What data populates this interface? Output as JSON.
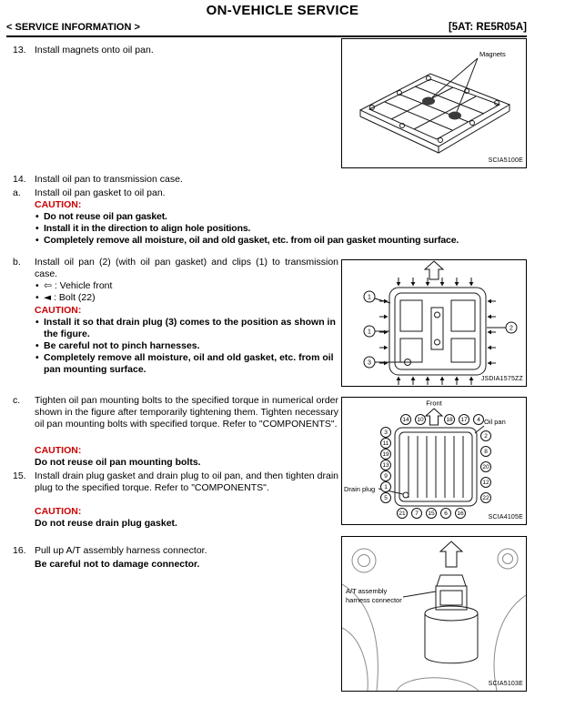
{
  "header": {
    "title": "ON-VEHICLE SERVICE",
    "section": "< SERVICE INFORMATION >",
    "variant": "[5AT: RE5R05A]"
  },
  "colors": {
    "caution_red": "#cc0000"
  },
  "steps": {
    "s13": {
      "num": "13.",
      "text": "Install magnets onto oil pan."
    },
    "s14": {
      "num": "14.",
      "text": "Install oil pan to transmission case."
    },
    "s14a": {
      "num": "a.",
      "text": "Install oil pan gasket to oil pan.",
      "caution_label": "CAUTION:",
      "cautions": [
        "Do not reuse oil pan gasket.",
        "Install it in the direction to align hole positions.",
        "Completely remove all moisture, oil and old gasket, etc. from oil pan gasket mounting surface."
      ]
    },
    "s14b": {
      "num": "b.",
      "text": "Install oil pan (2) (with oil pan gasket) and clips (1) to transmission case.",
      "legend": [
        {
          "icon": "⇦",
          "text": ": Vehicle front"
        },
        {
          "icon": "◄",
          "text": ": Bolt (22)"
        }
      ],
      "caution_label": "CAUTION:",
      "cautions": [
        "Install it so that drain plug (3) comes to the position as shown in the figure.",
        "Be careful not to pinch harnesses.",
        "Completely remove all moisture, oil and old gasket, etc. from oil pan mounting surface."
      ]
    },
    "s14c": {
      "num": "c.",
      "text": "Tighten oil pan mounting bolts to the specified torque in numerical order shown in the figure after temporarily tightening them. Tighten necessary oil pan mounting bolts with specified torque. Refer to \"COMPONENTS\".",
      "caution_label": "CAUTION:",
      "caution_text": "Do not reuse oil pan mounting bolts."
    },
    "s15": {
      "num": "15.",
      "text": "Install drain plug gasket and drain plug to oil pan, and then tighten drain plug to the specified torque. Refer to \"COMPONENTS\".",
      "caution_label": "CAUTION:",
      "caution_text": "Do not reuse drain plug gasket."
    },
    "s16": {
      "num": "16.",
      "text": "Pull up A/T assembly harness connector.",
      "caution_text": "Be careful not to damage connector."
    }
  },
  "figures": {
    "magnets": {
      "label": "Magnets",
      "code": "SCIA5100E"
    },
    "install": {
      "code": "JSDIA1575ZZ",
      "callouts": [
        "1",
        "2",
        "1",
        "3"
      ]
    },
    "torque": {
      "front": "Front",
      "oil_pan": "Oil pan",
      "drain_plug": "Drain plug",
      "code": "SCIA4105E",
      "bolts": {
        "top": [
          "14",
          "10",
          "18",
          "17",
          "4"
        ],
        "left": [
          "3",
          "11",
          "19",
          "13",
          "9",
          "1",
          "5"
        ],
        "right": [
          "2",
          "8",
          "20",
          "12",
          "22"
        ],
        "bottom": [
          "21",
          "7",
          "15",
          "6",
          "16"
        ]
      }
    },
    "connector": {
      "label_line1": "A/T assembly",
      "label_line2": "harness connector",
      "code": "SCIA5103E"
    }
  }
}
